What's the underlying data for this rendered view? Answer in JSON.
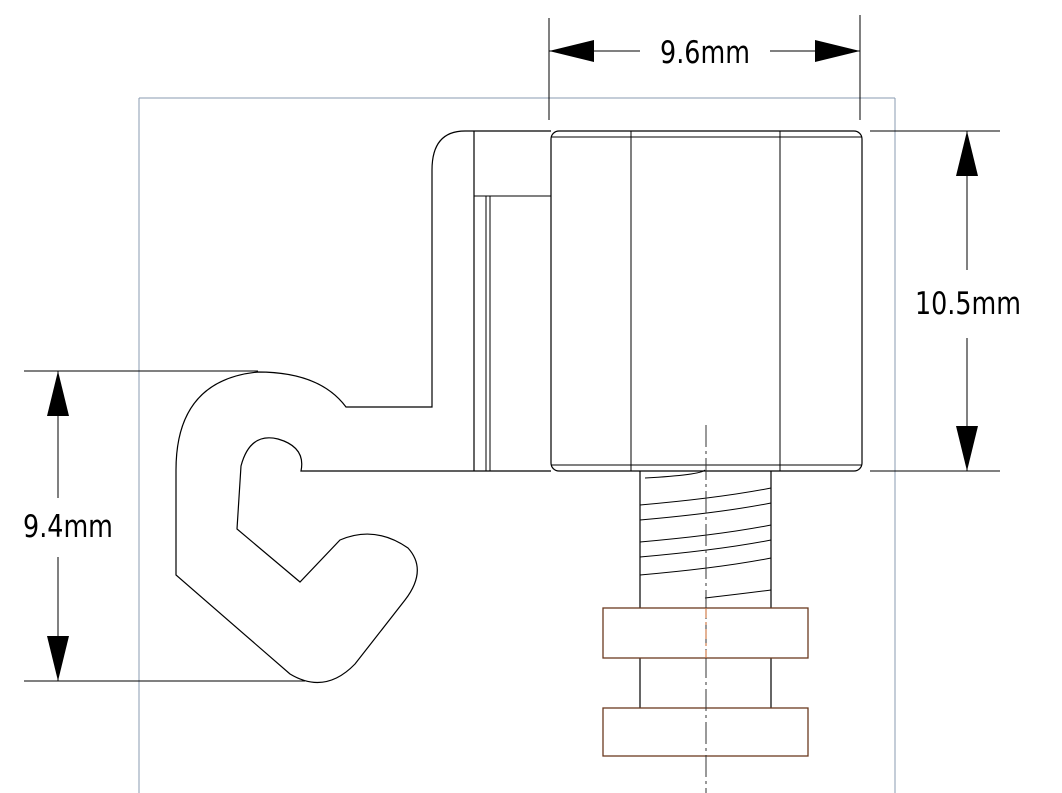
{
  "dimensions": {
    "width_top": "9.6mm",
    "height_right": "10.5mm",
    "height_left": "9.4mm"
  },
  "colors": {
    "frame": "#8a9bb0",
    "lines": "#000000",
    "washer": "#6b3a1f",
    "centerline": "#333333",
    "centerline_accent": "#c8642a"
  }
}
